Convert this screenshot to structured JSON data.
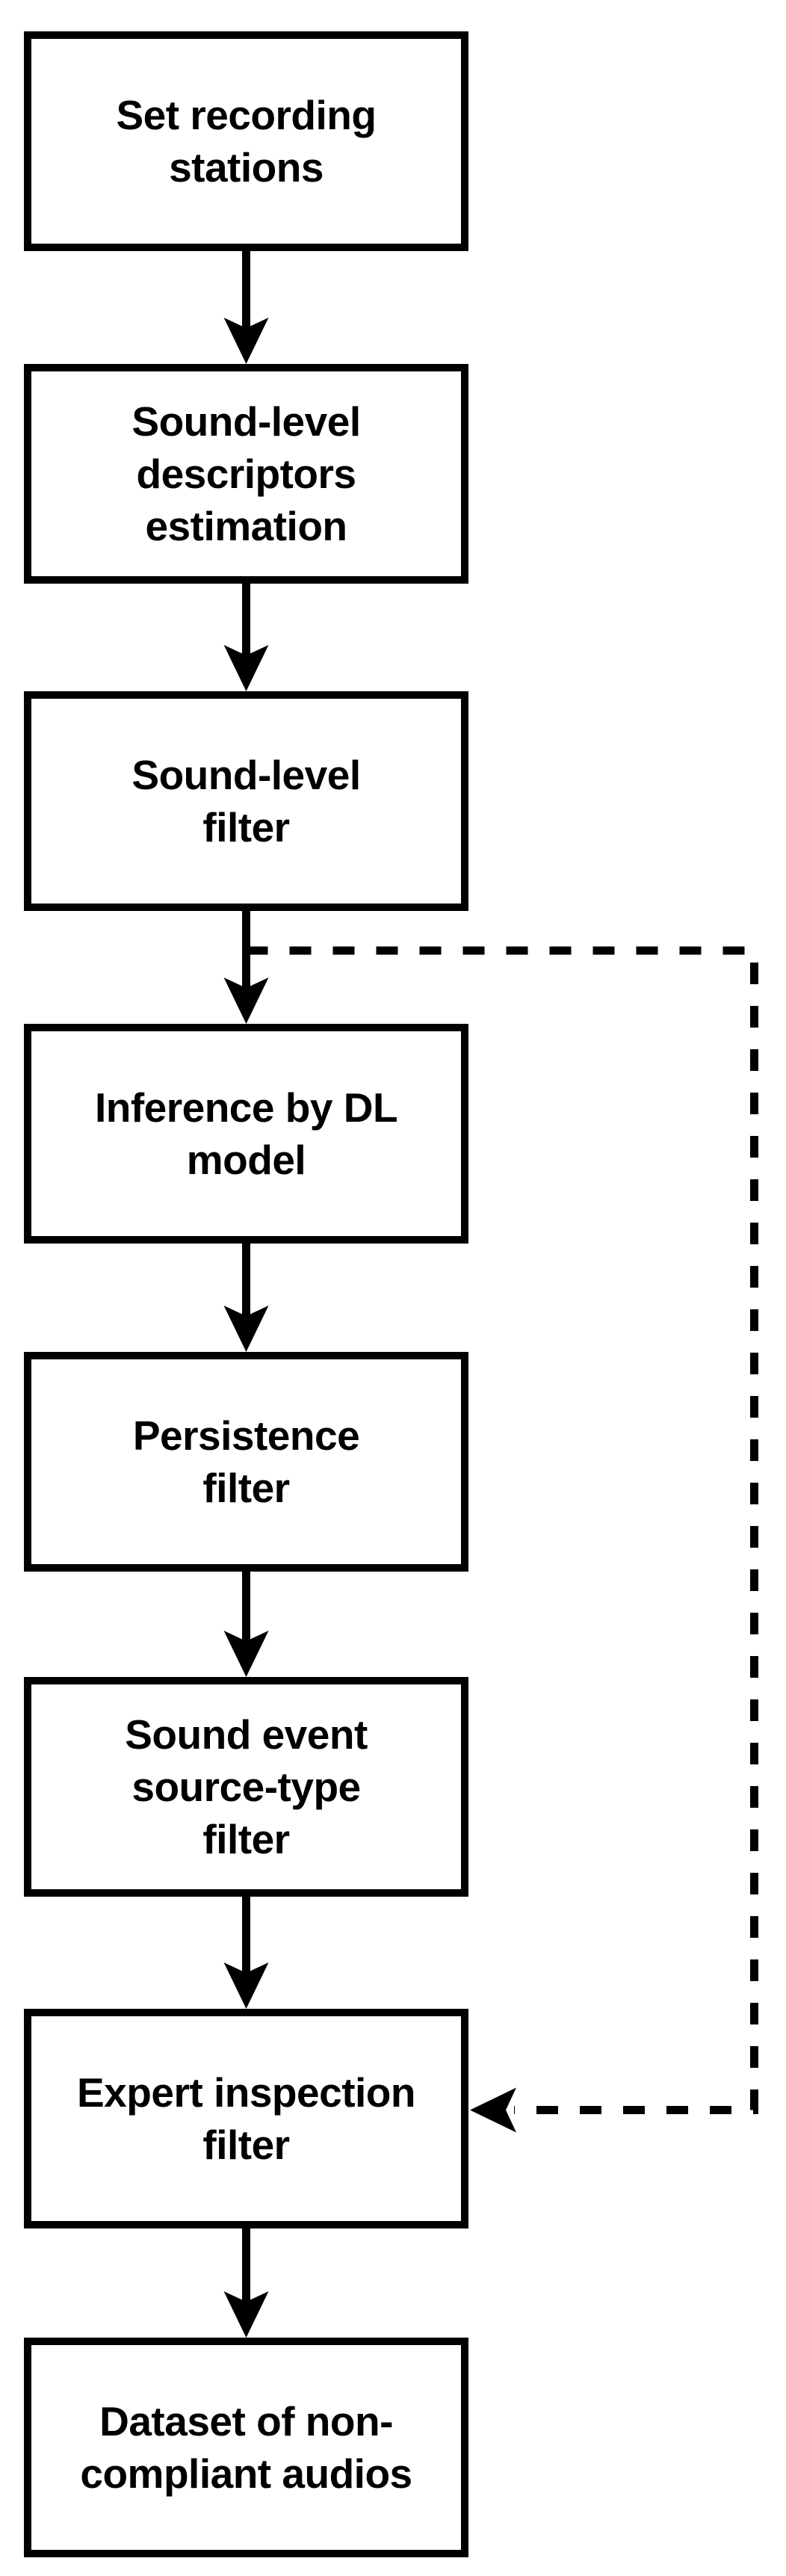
{
  "diagram": {
    "background_color": "#ffffff",
    "line_color": "#000000",
    "box_fill_color": "#ffffff",
    "nodes": [
      {
        "id": "set-recording-stations",
        "label": "Set recording\nstations"
      },
      {
        "id": "sound-level-descriptors-estimation",
        "label": "Sound-level\ndescriptors\nestimation"
      },
      {
        "id": "sound-level-filter",
        "label": "Sound-level\nfilter"
      },
      {
        "id": "inference-by-dl-model",
        "label": "Inference by DL\nmodel"
      },
      {
        "id": "persistence-filter",
        "label": "Persistence\nfilter"
      },
      {
        "id": "sound-event-source-type-filter",
        "label": "Sound event\nsource-type\nfilter"
      },
      {
        "id": "expert-inspection-filter",
        "label": "Expert inspection\nfilter"
      },
      {
        "id": "dataset-of-non-compliant-audios",
        "label": "Dataset of non-\ncompliant audios"
      }
    ],
    "edges": [
      {
        "from": "set-recording-stations",
        "to": "sound-level-descriptors-estimation",
        "style": "solid"
      },
      {
        "from": "sound-level-descriptors-estimation",
        "to": "sound-level-filter",
        "style": "solid"
      },
      {
        "from": "sound-level-filter",
        "to": "inference-by-dl-model",
        "style": "solid"
      },
      {
        "from": "inference-by-dl-model",
        "to": "persistence-filter",
        "style": "solid"
      },
      {
        "from": "persistence-filter",
        "to": "sound-event-source-type-filter",
        "style": "solid"
      },
      {
        "from": "sound-event-source-type-filter",
        "to": "expert-inspection-filter",
        "style": "solid"
      },
      {
        "from": "expert-inspection-filter",
        "to": "dataset-of-non-compliant-audios",
        "style": "solid"
      },
      {
        "from": "sound-level-filter",
        "to": "expert-inspection-filter",
        "style": "dashed"
      }
    ]
  }
}
